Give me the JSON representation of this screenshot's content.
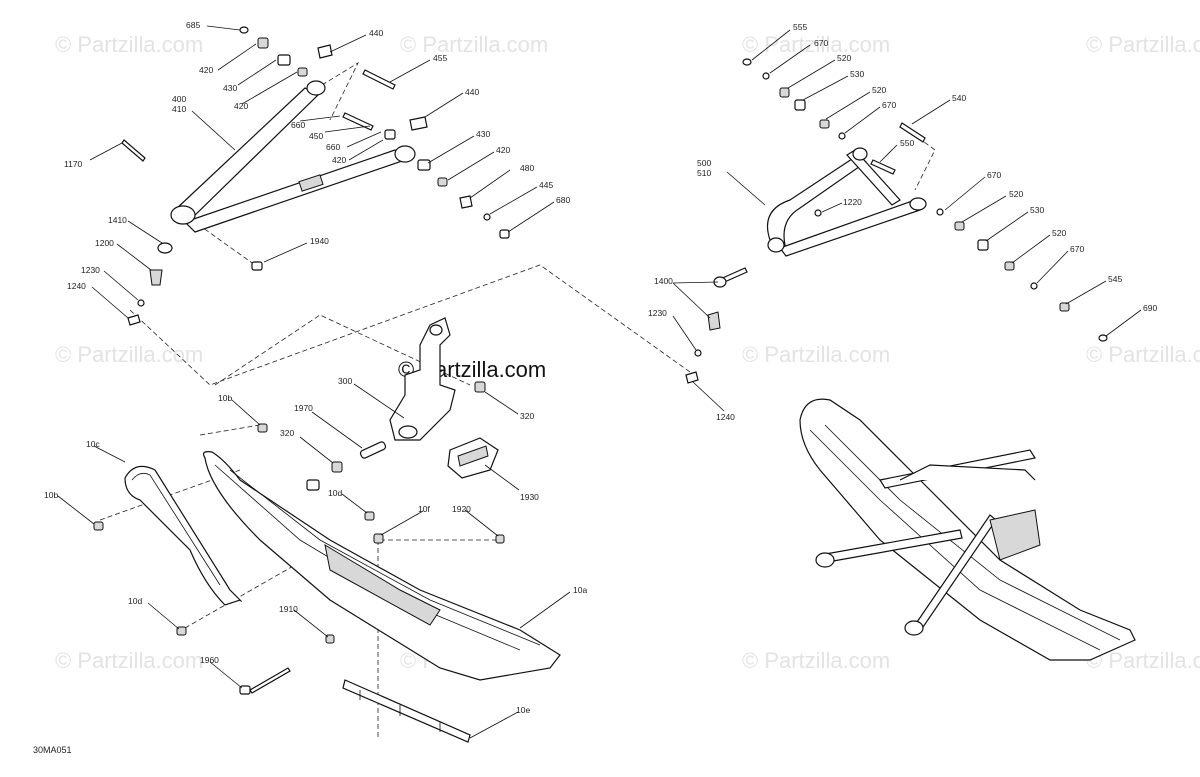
{
  "watermark": "© Partzilla.com",
  "brand_watermark": "© Partzilla.com",
  "figure_id": "30MA051",
  "callouts": {
    "c685": "685",
    "c420a": "420",
    "c430a": "430",
    "c420b": "420",
    "c400": "400",
    "c410": "410",
    "c440a": "440",
    "c455": "455",
    "c660a": "660",
    "c450": "450",
    "c660b": "660",
    "c420c": "420",
    "c440b": "440",
    "c430b": "430",
    "c420d": "420",
    "c480": "480",
    "c445": "445",
    "c680": "680",
    "c1170": "1170",
    "c1410": "1410",
    "c1200": "1200",
    "c1230a": "1230",
    "c1240a": "1240",
    "c1940": "1940",
    "c555": "555",
    "c670a": "670",
    "c520a": "520",
    "c530a": "530",
    "c520b": "520",
    "c670b": "670",
    "c540": "540",
    "c550": "550",
    "c500": "500",
    "c510": "510",
    "c1220": "1220",
    "c670c": "670",
    "c520c": "520",
    "c530b": "530",
    "c520d": "520",
    "c670d": "670",
    "c545": "545",
    "c690": "690",
    "c1400": "1400",
    "c1230b": "1230",
    "c1240b": "1240",
    "c300": "300",
    "c320a": "320",
    "c320b": "320",
    "c1970": "1970",
    "c1930": "1930",
    "c10b_a": "10b",
    "c10c": "10c",
    "c10b_b": "10b",
    "c10d_a": "10d",
    "c10f": "10f",
    "c1920": "1920",
    "c10d_b": "10d",
    "c1910": "1910",
    "c10a": "10a",
    "c1960": "1960",
    "c10e": "10e"
  }
}
